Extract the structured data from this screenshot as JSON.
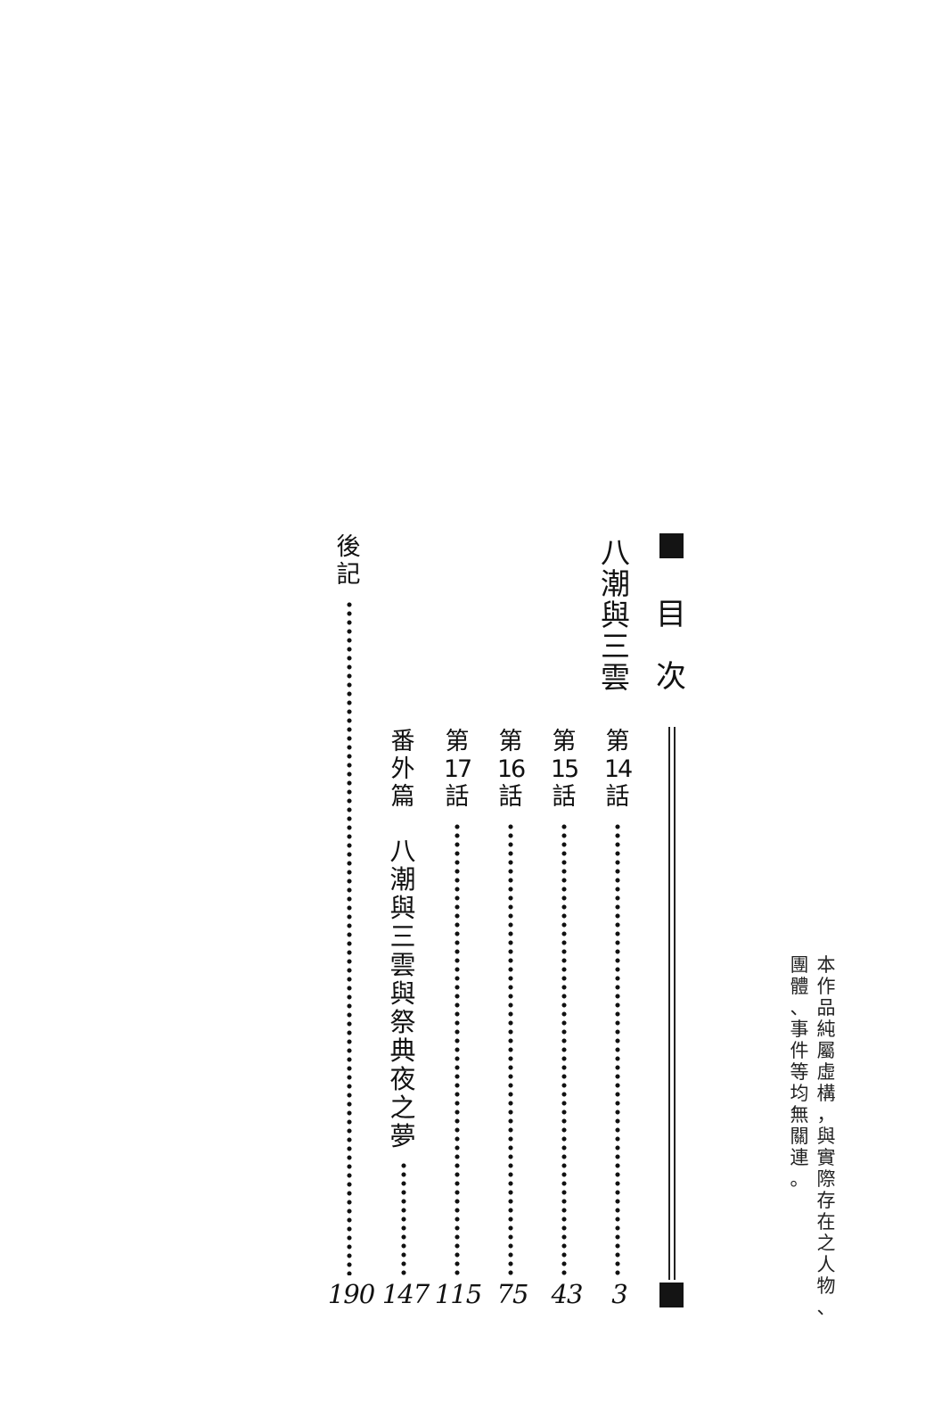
{
  "toc": {
    "heading": [
      "目",
      "次"
    ],
    "series_title": "八潮與三雲",
    "entries": [
      {
        "label": "第14話",
        "label_chars": [
          "第",
          "14",
          "話"
        ],
        "page": "3"
      },
      {
        "label": "第15話",
        "label_chars": [
          "第",
          "15",
          "話"
        ],
        "page": "43"
      },
      {
        "label": "第16話",
        "label_chars": [
          "第",
          "16",
          "話"
        ],
        "page": "75"
      },
      {
        "label": "第17話",
        "label_chars": [
          "第",
          "17",
          "話"
        ],
        "page": "115"
      },
      {
        "label": "番外篇 八潮與三雲與祭典夜之夢",
        "label_chars": [
          "番",
          "外",
          "篇"
        ],
        "subtitle_chars": [
          "八",
          "潮",
          "與",
          "三",
          "雲",
          "與",
          "祭",
          "典",
          "夜",
          "之",
          "夢"
        ],
        "page": "147"
      },
      {
        "label": "後記",
        "label_chars": [
          "後",
          "記"
        ],
        "page": "190"
      }
    ]
  },
  "disclaimer": {
    "line1": [
      "本",
      "作",
      "品",
      "純",
      "屬",
      "虛",
      "構",
      "，",
      "與",
      "實",
      "際",
      "存",
      "在",
      "之",
      "人",
      "物",
      "、"
    ],
    "line2": [
      "團",
      "體",
      "、",
      "事",
      "件",
      "等",
      "均",
      "無",
      "關",
      "連",
      "。"
    ]
  },
  "colors": {
    "ink": "#111111",
    "paper": "#ffffff"
  }
}
